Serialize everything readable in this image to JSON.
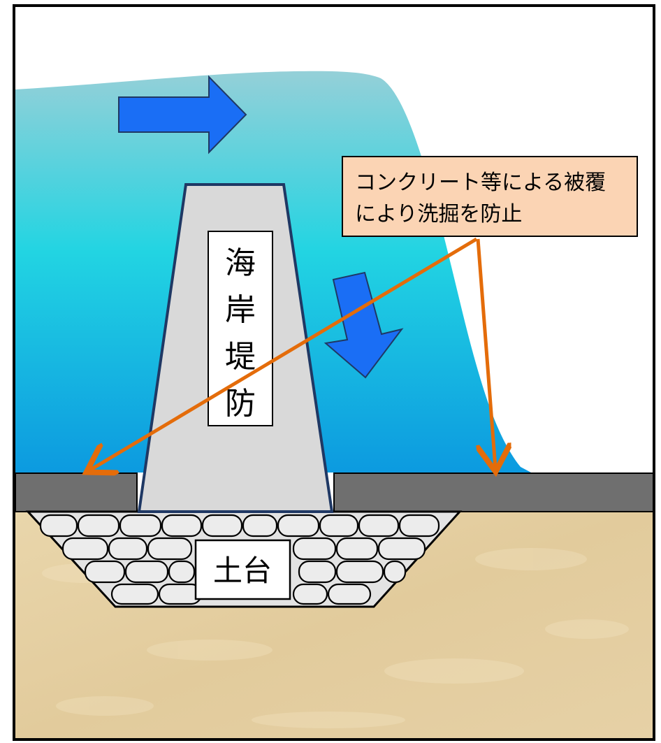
{
  "diagram": {
    "callout": {
      "line1": "コンクリート等による被覆",
      "line2": "により洗掘を防止"
    },
    "seawall_label": [
      "海",
      "岸",
      "堤",
      "防"
    ],
    "foundation_label": "土台",
    "colors": {
      "water_top": "#8fcfda",
      "water_mid": "#22d3e2",
      "water_bottom": "#0d9de0",
      "flow_arrow": "#1a6ef5",
      "seawall": "#d9d9d9",
      "cover_slab": "#6f6f6f",
      "callout_fill": "#fbd4b4",
      "leader_line": "#e46c0a",
      "ground": "#e6d2a5"
    },
    "icons": {
      "flow_arrow_right": "right-arrow-icon",
      "flow_arrow_down": "down-arrow-icon"
    }
  }
}
